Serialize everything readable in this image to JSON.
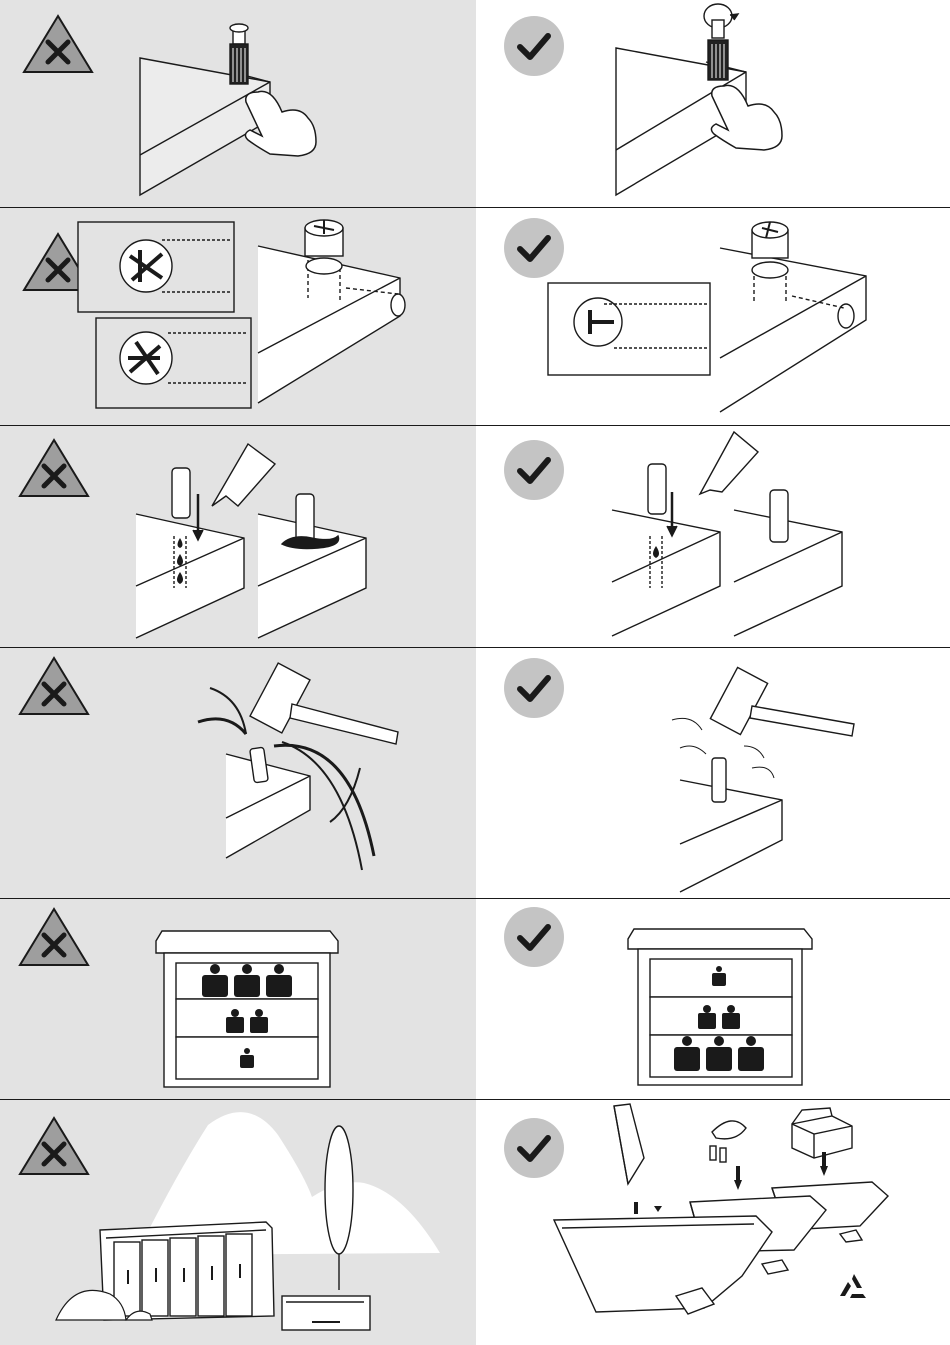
{
  "rows": [
    {
      "id": "screw-cam",
      "wrong_icon": "cross-warning-icon",
      "right_icon": "checkmark-icon"
    },
    {
      "id": "cam-orientation",
      "wrong_icon": "cross-warning-icon",
      "right_icon": "checkmark-icon"
    },
    {
      "id": "dowel-glue",
      "wrong_icon": "cross-warning-icon",
      "right_icon": "checkmark-icon"
    },
    {
      "id": "hammer-dowel",
      "wrong_icon": "cross-warning-icon",
      "right_icon": "checkmark-icon"
    },
    {
      "id": "drawer-weight",
      "wrong_icon": "cross-warning-icon",
      "right_icon": "checkmark-icon"
    },
    {
      "id": "disposal",
      "wrong_icon": "cross-warning-icon",
      "right_icon": "checkmark-icon"
    }
  ],
  "colors": {
    "wrong_bg": "#e3e3e3",
    "right_bg": "#ffffff",
    "badge_wrong": "#9e9e9e",
    "badge_right": "#c4c4c4",
    "ink": "#1a1a1a"
  },
  "icons": {
    "recycle": "recycle-icon"
  }
}
